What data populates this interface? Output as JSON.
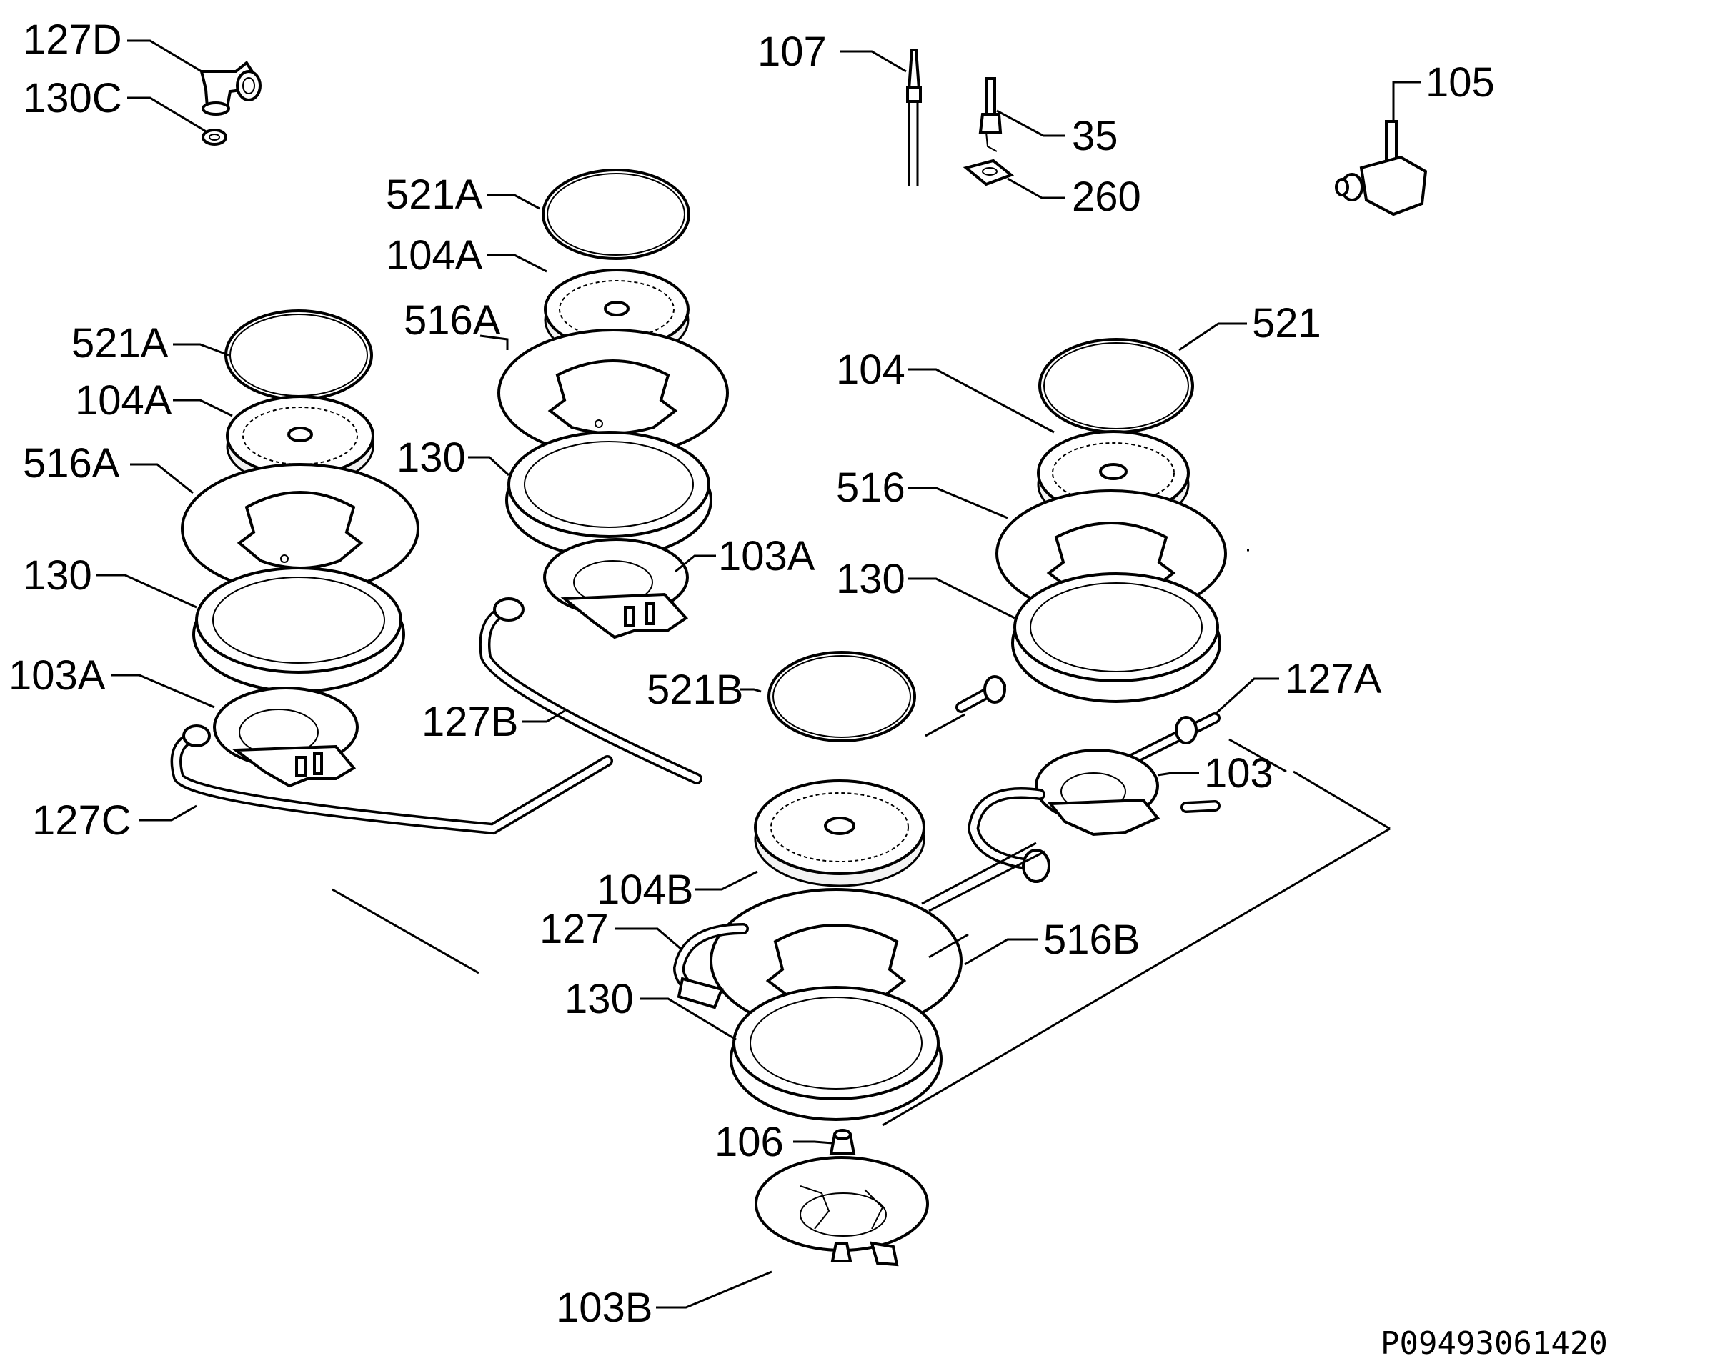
{
  "diagram": {
    "labels": {
      "l127D": "127D",
      "l130C": "130C",
      "l107": "107",
      "l35": "35",
      "l260": "260",
      "l105": "105",
      "l521A_1": "521A",
      "l104A_1": "104A",
      "l516A_1": "516A",
      "l130_1": "130",
      "l103A_1": "103A",
      "l127B": "127B",
      "l521A_2": "521A",
      "l104A_2": "104A",
      "l516A_2": "516A",
      "l130_2": "130",
      "l103A_2": "103A",
      "l127C": "127C",
      "l521": "521",
      "l104": "104",
      "l516": "516",
      "l130_3": "130",
      "l521B": "521B",
      "l127A": "127A",
      "l103": "103",
      "l104B": "104B",
      "l127": "127",
      "l516B": "516B",
      "l130_4": "130",
      "l106": "106",
      "l103B": "103B"
    },
    "drawing_code": "P09493061420"
  }
}
